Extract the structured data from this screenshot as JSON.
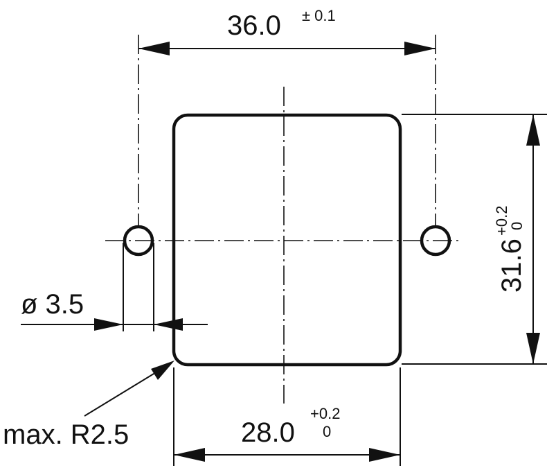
{
  "drawing": {
    "width_dim": {
      "value": "36.0",
      "tolerance": "± 0.1"
    },
    "height_dim": {
      "value": "31.6",
      "tol_upper": "+0.2",
      "tol_lower": "0"
    },
    "bottom_dim": {
      "value": "28.0",
      "tol_upper": "+0.2",
      "tol_lower": "0"
    },
    "hole_dim": {
      "label": "ø 3.5"
    },
    "radius_note": {
      "label": "max. R2.5"
    }
  }
}
